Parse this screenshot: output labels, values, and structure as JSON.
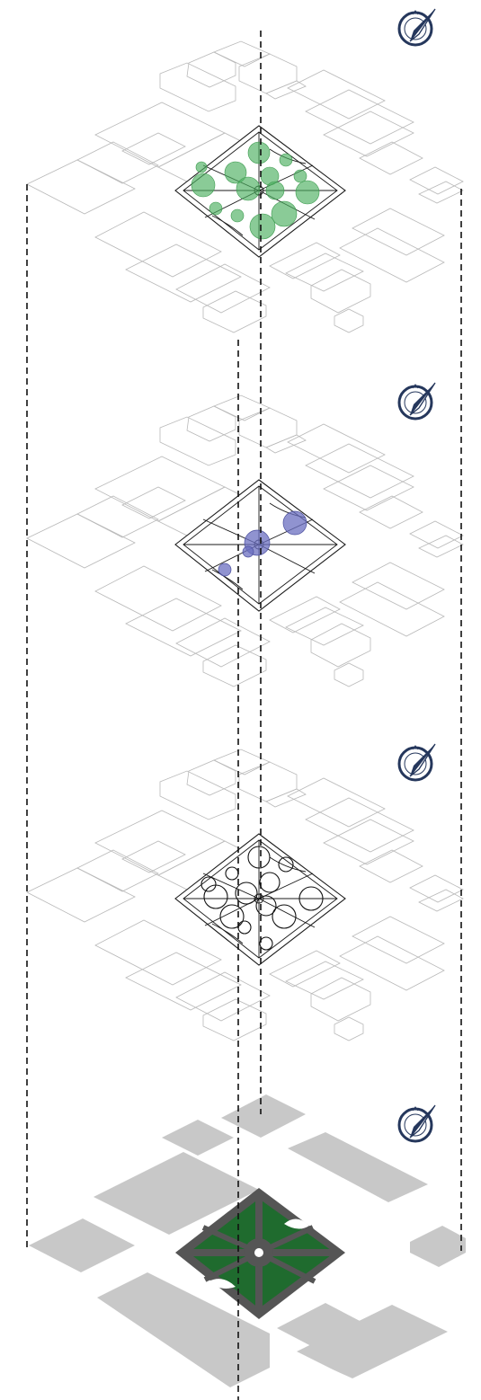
{
  "diagram": {
    "type": "exploded axonometric layer diagram",
    "layers": [
      {
        "id": "layer-trees-green",
        "fill_color": "#4caf5f"
      },
      {
        "id": "layer-trees-blue",
        "fill_color": "#6b6fc0"
      },
      {
        "id": "layer-trees-outline",
        "fill_color": "#111111"
      },
      {
        "id": "layer-base-ground",
        "fill_color": "#1f6b2e"
      }
    ],
    "colors": {
      "building_line": "#b9b9b9",
      "building_fill": "#c8c8c8",
      "park_fill": "#1f6b2e",
      "plaza_fill": "#555555",
      "compass": "#25375c"
    },
    "icons": [
      "north-arrow-icon",
      "north-arrow-icon",
      "north-arrow-icon",
      "north-arrow-icon"
    ]
  }
}
